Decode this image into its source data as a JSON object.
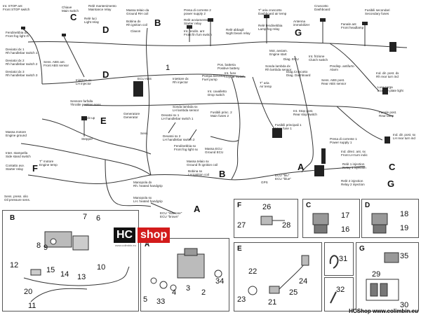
{
  "labels": [
    {
      "t1": "Int. STOP ant",
      "t2": "Front STOP switch"
    },
    {
      "t1": "Chiave",
      "t2": "Main switch"
    },
    {
      "t1": "Relè mantenimento",
      "t2": "Maintance relay"
    },
    {
      "t1": "Massa telaio da",
      "t2": "Ground RH coil"
    },
    {
      "t1": "Bobina dx",
      "t2": "Rh ignition coil"
    },
    {
      "t1": "Relè luci",
      "t2": "Light relay"
    },
    {
      "t1": "Claxon",
      "t2": ""
    },
    {
      "t1": "Presa di corrente 2",
      "t2": "power supply 2"
    },
    {
      "t1": "Relè avviamento",
      "t2": "Starter relay"
    },
    {
      "t1": "Int. fendin. ant",
      "t2": "Front fin fum switch"
    },
    {
      "t1": "Relè abbagli",
      "t2": "Night beam relay"
    },
    {
      "t1": "T° aria cruscotto",
      "t2": "Dashboard air temp"
    },
    {
      "t1": "Relè fendinebbia",
      "t2": "Lamp fog relay"
    },
    {
      "t1": "Antenna",
      "t2": "immobilizer"
    },
    {
      "t1": "Cruscotto",
      "t2": "Dashboard"
    },
    {
      "t1": "Fanale ant",
      "t2": "Front headlamp"
    },
    {
      "t1": "Fusibili secondari",
      "t2": "Secondary fuses"
    },
    {
      "t1": "Fendinebbia dx",
      "t2": "Front fog light rh"
    },
    {
      "t1": "Deviatoi dx 1",
      "t2": "Rh handlebar switch 1"
    },
    {
      "t1": "Deviatoi dx 2",
      "t2": "Rh handlebar switch 2"
    },
    {
      "t1": "Deviatoi dx 3",
      "t2": "Rh handlebar switch 3"
    },
    {
      "t1": "Sens. ABS ant.",
      "t2": "Front ABS sensor"
    },
    {
      "t1": "Iniettore sx",
      "t2": "LH injector"
    },
    {
      "t1": "ECU ABS",
      "t2": ""
    },
    {
      "t1": "Iniettore dx",
      "t2": "Rh injector"
    },
    {
      "t1": "Pompa benzina",
      "t2": "Fuel pump"
    },
    {
      "t1": "Int. cavalletto",
      "t2": "Drop switch"
    },
    {
      "t1": "Pos. batteria",
      "t2": "Positive battery"
    },
    {
      "t1": "Int. fuso",
      "t2": "Heybar switch"
    },
    {
      "t1": "Mot. avviam.",
      "t2": "Engine start"
    },
    {
      "t1": "Diag. ECU",
      "t2": ""
    },
    {
      "t1": "Int. frizione",
      "t2": "Clutch switch"
    },
    {
      "t1": "Sonda lambda dx",
      "t2": "Rh lambda sensor"
    },
    {
      "t1": "Diag.Cruscotto",
      "t2": "Diag. Dashboard"
    },
    {
      "t1": "Predisp. antifurto",
      "t2": "Alarm"
    },
    {
      "t1": "Sens. ABS post.",
      "t2": "Rear ABS sensor"
    },
    {
      "t1": "T° aria",
      "t2": "Air temp"
    },
    {
      "t1": "Ind. dir. post. dx",
      "t2": "Rh rear turn ind"
    },
    {
      "t1": "Luce targa",
      "t2": "License plate light"
    },
    {
      "t1": "Sonda lambda sx",
      "t2": "LH lambda sensor"
    },
    {
      "t1": "Sensore farfalla",
      "t2": "Throttle position sens."
    },
    {
      "t1": "Generatore",
      "t2": "Generator"
    },
    {
      "t1": "Devatoi sx 1",
      "t2": "LH handlebar switch 1"
    },
    {
      "t1": "Fusibili princ. 2",
      "t2": "Main fuses 2"
    },
    {
      "t1": "Int. Stop post.",
      "t2": "Rear stop switch"
    },
    {
      "t1": "Fanale post.",
      "t2": "Rear lamp"
    },
    {
      "t1": "Fusibili principali 1",
      "t2": "Main fuse 1"
    },
    {
      "t1": "Pick-up",
      "t2": ""
    },
    {
      "t1": "Sens",
      "t2": ""
    },
    {
      "t1": "Devatoi sx 2",
      "t2": "LH handlebar switch 2"
    },
    {
      "t1": "Fendinebbia sx",
      "t2": "Front fog light sx"
    },
    {
      "t1": "Presa di corrente 1",
      "t2": "Power supply 1"
    },
    {
      "t1": "Ind. dir. post. sx",
      "t2": "LH rear turn ind"
    },
    {
      "t1": "Massa motore",
      "t2": "Engine ground"
    },
    {
      "t1": "Stepper",
      "t2": ""
    },
    {
      "t1": "Massa ECU",
      "t2": "Ground ECU"
    },
    {
      "t1": "Ind. direz. ant. sx",
      "t2": "Front LH turn indic"
    },
    {
      "t1": "Inter. stampella",
      "t2": "Side stand switch"
    },
    {
      "t1": "T° motore",
      "t2": "Engine temp"
    },
    {
      "t1": "Massa telaio sx",
      "t2": "Ground lh ignition coil"
    },
    {
      "t1": "Relè 1 injection",
      "t2": "Relay 1 injection"
    },
    {
      "t1": "Contatto avv.",
      "t2": "Starter relay"
    },
    {
      "t1": "Bobina sx",
      "t2": "LH ignition coil"
    },
    {
      "t1": "ECU \"blu\"",
      "t2": "ECU \"blue\""
    },
    {
      "t1": "Relè 2 injection",
      "t2": "Relay 2 injection"
    },
    {
      "t1": "GPS",
      "t2": ""
    },
    {
      "t1": "Manopola dx",
      "t2": "Rh. heated handgrip"
    },
    {
      "t1": "Sens. press. olio",
      "t2": "Oil pressure sens."
    },
    {
      "t1": "Manopola sx",
      "t2": "LH. heated handgrip"
    },
    {
      "t1": "ECU \"marrone\"",
      "t2": "ECU \"brown\""
    }
  ],
  "wiring_letters": [
    "C",
    "D",
    "B",
    "G",
    "D",
    "E",
    "F",
    "B",
    "A",
    "C",
    "G",
    "A"
  ],
  "callout_numbers": [
    "1"
  ],
  "panels": {
    "B": {
      "letter": "B",
      "numbers": [
        "7",
        "6",
        "8",
        "9",
        "12",
        "15",
        "14",
        "13",
        "10",
        "20",
        "11"
      ]
    },
    "A": {
      "letter": "A",
      "numbers": [
        "34",
        "5",
        "33",
        "4",
        "3",
        "2"
      ]
    },
    "F": {
      "letter": "F",
      "numbers": [
        "26",
        "27",
        "28"
      ]
    },
    "C": {
      "letter": "C",
      "numbers": [
        "17",
        "16"
      ]
    },
    "D": {
      "letter": "D",
      "numbers": [
        "18",
        "19"
      ]
    },
    "E": {
      "letter": "E",
      "numbers": [
        "22",
        "24",
        "23",
        "21",
        "25"
      ]
    },
    "misc": {
      "numbers": [
        "31",
        "32"
      ]
    },
    "G": {
      "letter": "G",
      "numbers": [
        "35",
        "29",
        "30"
      ]
    }
  },
  "logo": {
    "hc": "HC",
    "shop": "shop",
    "site": "www.colimbin.eu"
  },
  "credit": "HCShop www.colimbin.eu",
  "colors": {
    "logo_red": "#d31b1b",
    "logo_black": "#111111",
    "wire": "#333333"
  }
}
